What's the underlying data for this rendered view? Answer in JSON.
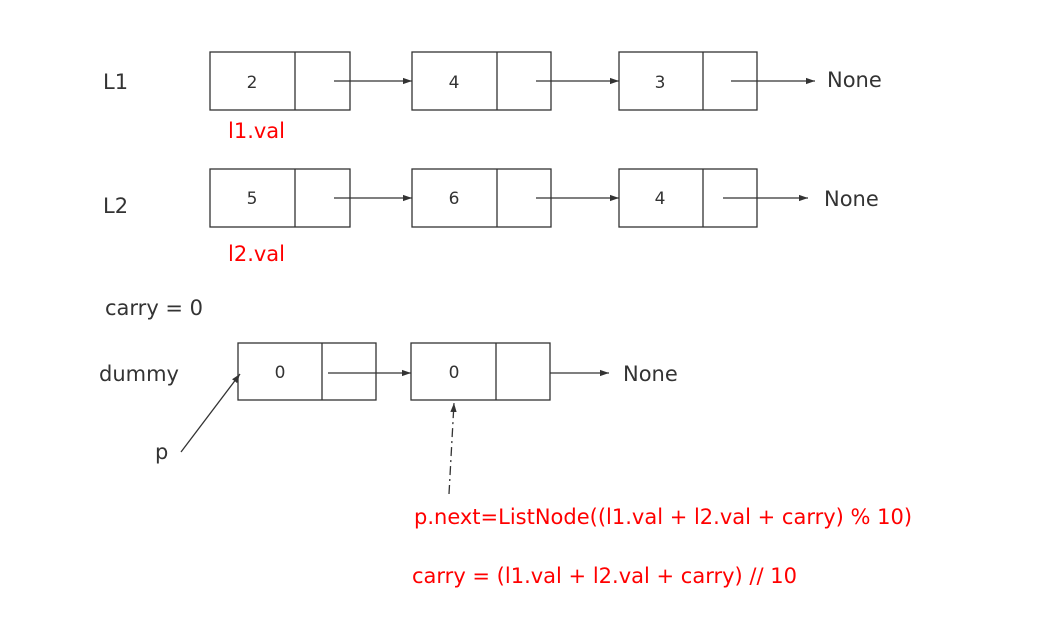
{
  "lists": [
    {
      "label": "L1",
      "values": [
        "2",
        "4",
        "3"
      ],
      "tail": "None",
      "pointer_label": "l1.val"
    },
    {
      "label": "L2",
      "values": [
        "5",
        "6",
        "4"
      ],
      "tail": "None",
      "pointer_label": "l2.val"
    }
  ],
  "carry_text": "carry = 0",
  "result": {
    "label": "dummy",
    "values": [
      "0",
      "0"
    ],
    "tail": "None"
  },
  "pointer": "p",
  "formulas": [
    "p.next=ListNode((l1.val + l2.val + carry) % 10)",
    "carry = (l1.val + l2.val + carry) // 10"
  ],
  "colors": {
    "ink": "#333333",
    "highlight": "#ff0000"
  }
}
